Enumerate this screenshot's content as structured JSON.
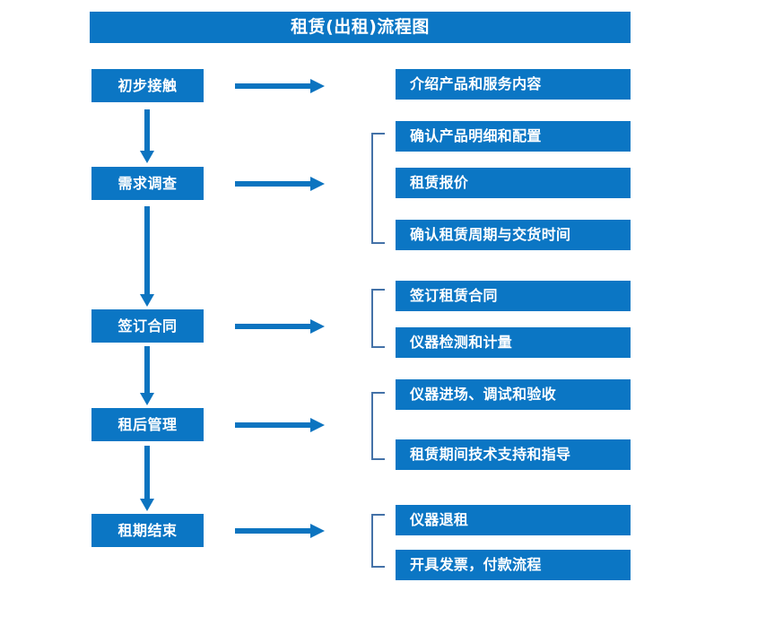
{
  "diagram": {
    "title": "租赁(出租)流程图",
    "colors": {
      "box_fill": "#0b76c4",
      "arrow": "#0c74c0",
      "bracket": "#4472a8",
      "box_text": "#ffffff",
      "background": "#ffffff"
    }
  },
  "stages": [
    {
      "label": "初步接触"
    },
    {
      "label": "需求调查"
    },
    {
      "label": "签订合同"
    },
    {
      "label": "租后管理"
    },
    {
      "label": "租期结束"
    }
  ],
  "details": [
    {
      "label": "介绍产品和服务内容"
    },
    {
      "label": "确认产品明细和配置"
    },
    {
      "label": "租赁报价"
    },
    {
      "label": "确认租赁周期与交货时间"
    },
    {
      "label": "签订租赁合同"
    },
    {
      "label": "仪器检测和计量"
    },
    {
      "label": "仪器进场、调试和验收"
    },
    {
      "label": "租赁期间技术支持和指导"
    },
    {
      "label": "仪器退租"
    },
    {
      "label": "开具发票，付款流程"
    }
  ],
  "icons": {
    "flow_arrow_right": "right-arrow-icon",
    "flow_arrow_down": "down-arrow-icon",
    "group_bracket": "bracket-icon"
  }
}
